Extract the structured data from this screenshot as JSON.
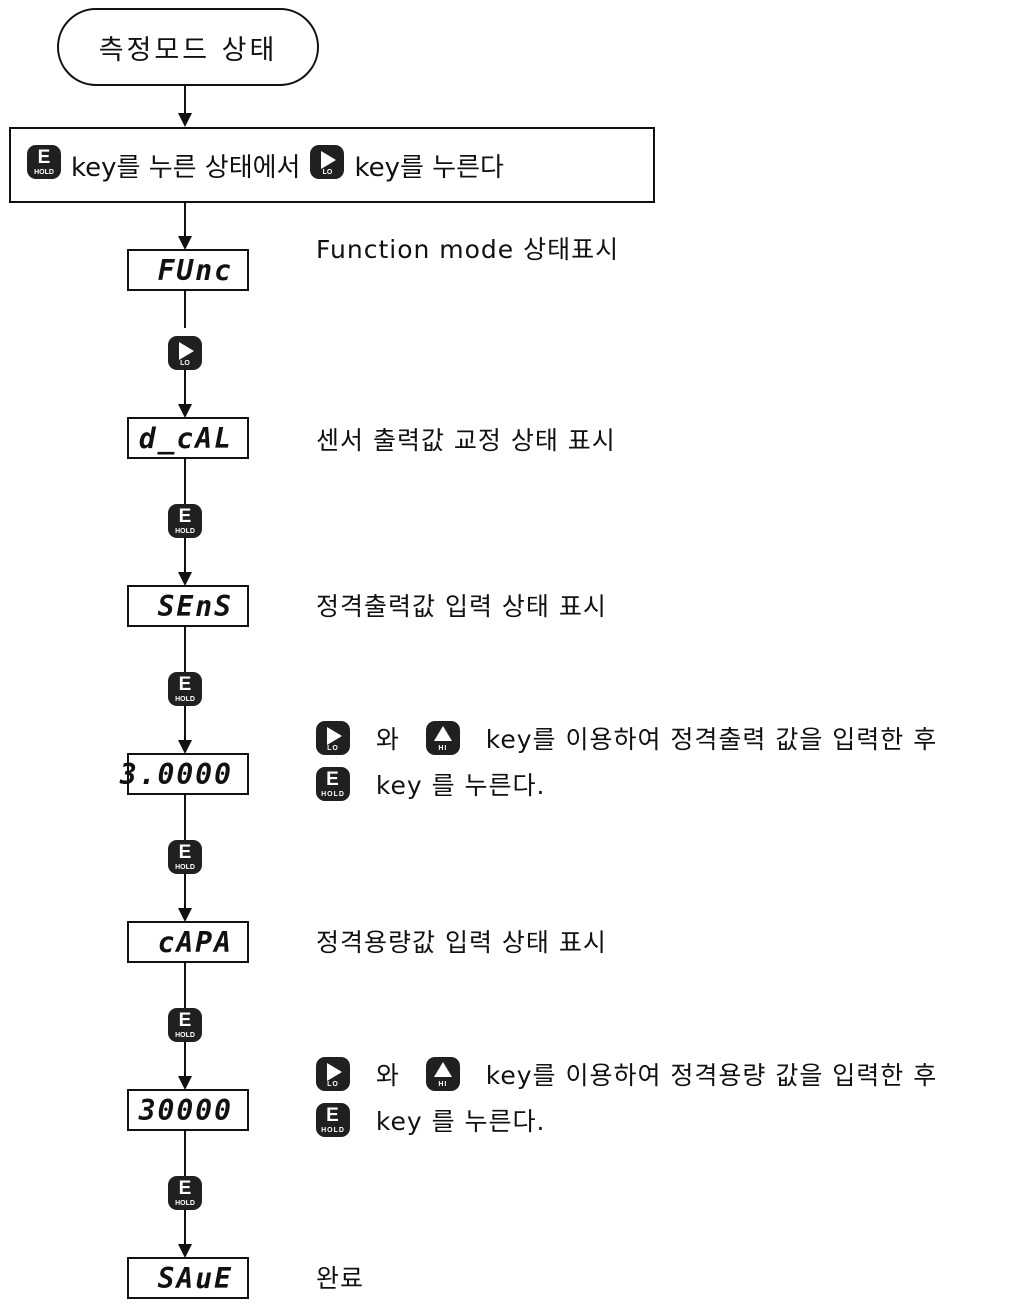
{
  "start": {
    "label": "측정모드 상태"
  },
  "step": {
    "pre_text": "key를 누른 상태에서",
    "post_text": "key를 누른다"
  },
  "keys": {
    "e": {
      "main": "E",
      "sub": "HOLD"
    },
    "right": {
      "sub": "LO"
    },
    "up": {
      "sub": "HI"
    }
  },
  "displays": {
    "func": "FUnc",
    "dcal": "d_cAL",
    "sens": "SEnS",
    "sens_value": "3.0000",
    "capa": "cAPA",
    "capa_value": "30000",
    "save": "SAuE"
  },
  "descriptions": {
    "func": "Function mode 상태표시",
    "dcal": "센서 출력값 교정 상태 표시",
    "sens": "정격출력값 입력 상태 표시",
    "sens_value_line1_join": "와",
    "sens_value_line1_rest": "key를 이용하여 정격출력 값을 입력한 후",
    "sens_value_line2": "key 를 누른다.",
    "capa": "정격용량값 입력 상태 표시",
    "capa_value_line1_join": "와",
    "capa_value_line1_rest": "key를 이용하여 정격용량 값을 입력한 후",
    "capa_value_line2": "key 를 누른다.",
    "save": "완료"
  }
}
